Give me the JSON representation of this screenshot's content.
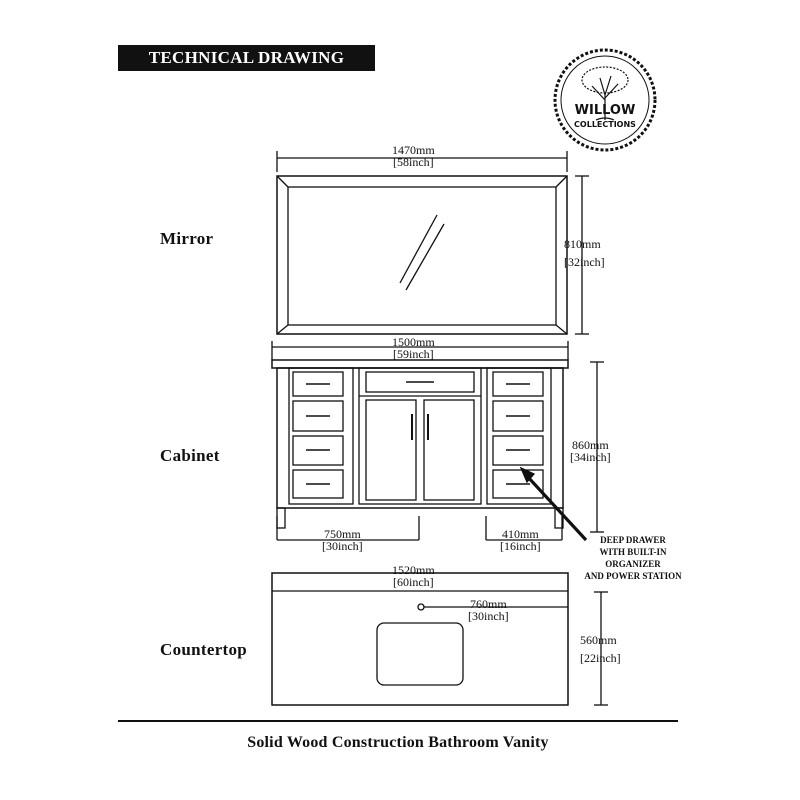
{
  "header": {
    "title": "TECHNICAL DRAWING"
  },
  "logo": {
    "line1": "WILLOW",
    "line2": "COLLECTIONS",
    "icon": "tree-icon"
  },
  "sections": {
    "mirror": "Mirror",
    "cabinet": "Cabinet",
    "countertop": "Countertop"
  },
  "dimensions": {
    "mirror_width": {
      "mm": "1470mm",
      "inch": "[58inch]"
    },
    "mirror_height": {
      "mm": "810mm",
      "inch": "[32inch]"
    },
    "cabinet_width": {
      "mm": "1500mm",
      "inch": "[59inch]"
    },
    "cabinet_height": {
      "mm": "860mm",
      "inch": "[34inch]"
    },
    "cabinet_left": {
      "mm": "750mm",
      "inch": "[30inch]"
    },
    "cabinet_right": {
      "mm": "410mm",
      "inch": "[16inch]"
    },
    "counter_width": {
      "mm": "1520mm",
      "inch": "[60inch]"
    },
    "counter_faucet": {
      "mm": "760mm",
      "inch": "[30inch]"
    },
    "counter_depth": {
      "mm": "560mm",
      "inch": "[22inch]"
    }
  },
  "callout": {
    "line1": "DEEP DRAWER",
    "line2": "WITH BUILT-IN",
    "line3": "ORGANIZER",
    "line4": "AND POWER STATION"
  },
  "footer": {
    "title": "Solid Wood Construction Bathroom Vanity"
  }
}
